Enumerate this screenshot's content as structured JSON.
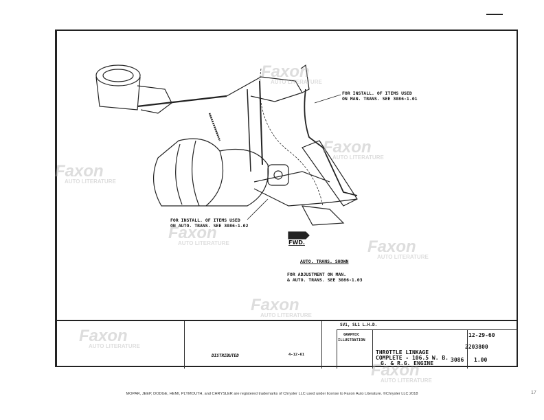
{
  "drawing": {
    "notes": {
      "man_trans": "FOR INSTALL. OF ITEMS USED\nON MAN. TRANS. SEE 3086-1.01",
      "auto_trans": "FOR INSTALL. OF ITEMS USED\nON AUTO. TRANS. SEE 3086-1.02",
      "fwd": "FWD.",
      "shown": "AUTO. TRANS. SHOWN",
      "adjustment": "FOR ADJUSTMENT ON MAN.\n& AUTO. TRANS. SEE 3086-1.03"
    }
  },
  "title_block": {
    "distributed": "DISTRIBUTED",
    "distributed_date": "4-12-61",
    "models": "SV1, SL1  L.H.D.",
    "graphic": "GRAPHIC",
    "illustration": "ILLUSTRATION",
    "title_line1": "THROTTLE  LINKAGE",
    "title_line2": "COMPLETE - 106.5 W. B.",
    "title_line3": "G. & R.G. ENGINE",
    "date": "12-29-60",
    "part_number": "2203800",
    "section": "3086",
    "sheet": "1.00"
  },
  "watermark": {
    "brand": "Faxon",
    "sub": "AUTO LITERATURE"
  },
  "footer": {
    "trademark": "MOPAR, JEEP, DODGE, HEMI, PLYMOUTH, and CHRYSLER are registered trademarks of Chrysler LLC used under license to Faxon Auto Literature. ©Chrysler LLC 2018",
    "page": "17"
  }
}
